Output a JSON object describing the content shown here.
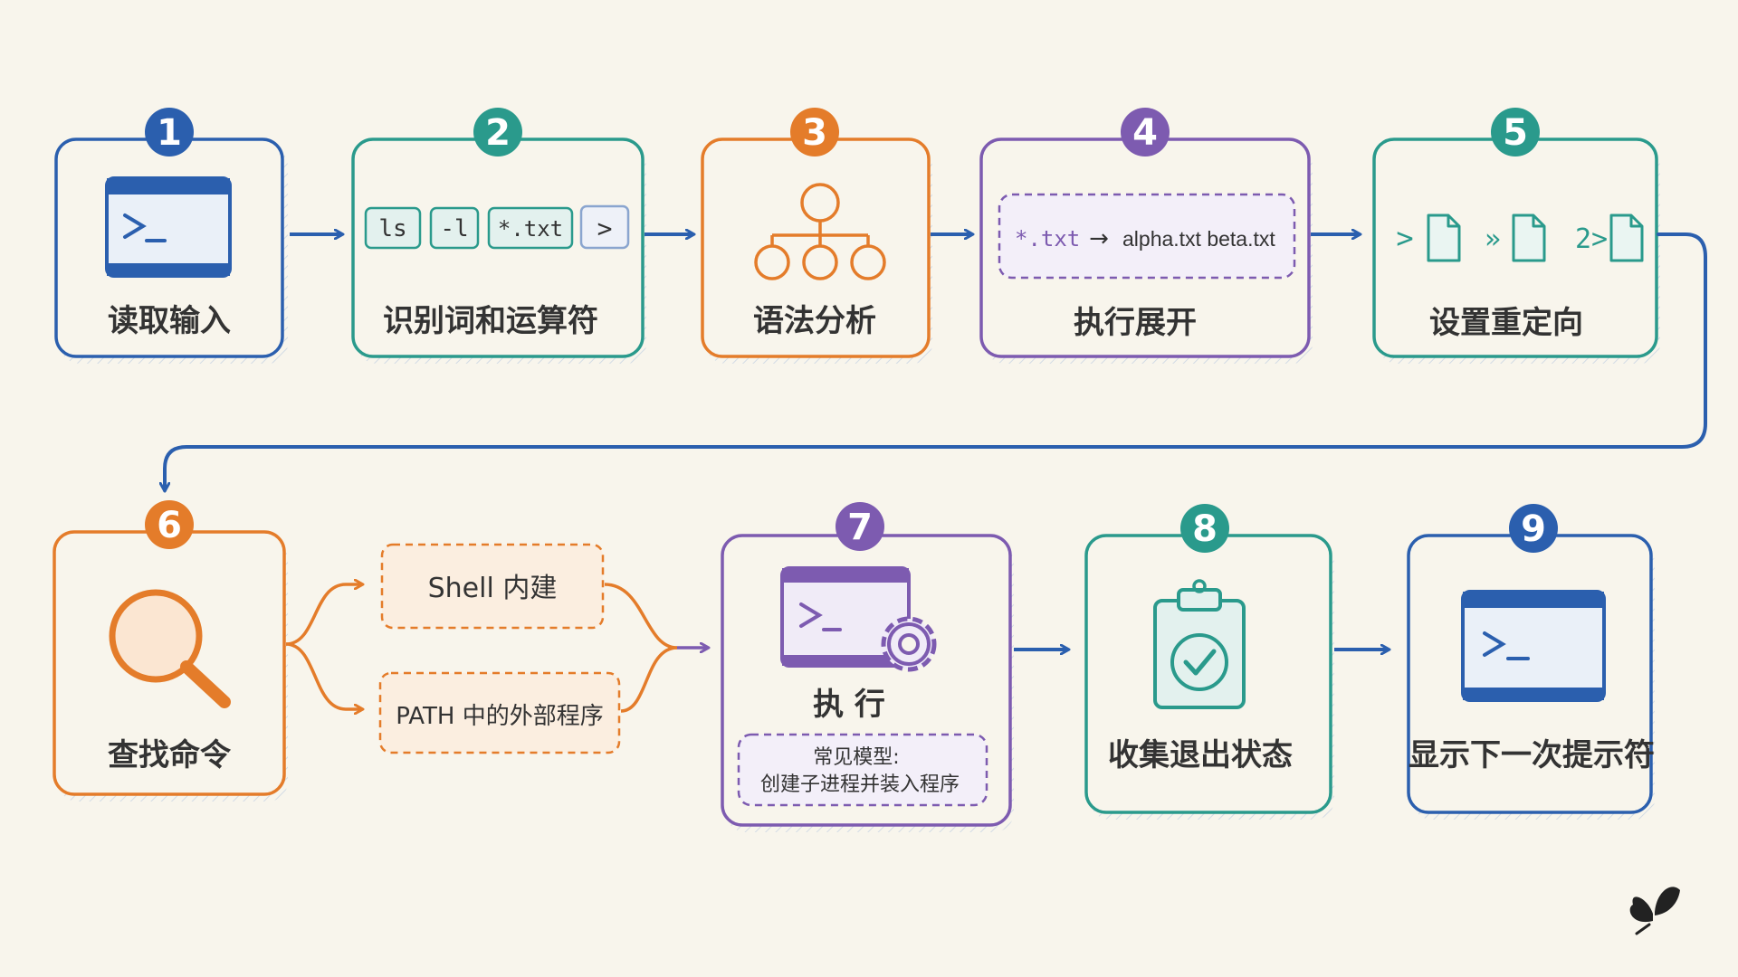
{
  "colors": {
    "background": "#f8f5ec",
    "blue": "#2b5fae",
    "teal": "#2a9a8c",
    "orange": "#e47c2a",
    "purple": "#7d5bb0",
    "connector": "#2b5fae"
  },
  "steps": [
    {
      "number": "1",
      "label": "读取输入",
      "icon": "terminal-window-icon",
      "color": "#2b5fae"
    },
    {
      "number": "2",
      "label": "识别词和运算符",
      "icon": "token-chips",
      "color": "#2a9a8c"
    },
    {
      "number": "3",
      "label": "语法分析",
      "icon": "syntax-tree-icon",
      "color": "#e47c2a"
    },
    {
      "number": "4",
      "label": "执行展开",
      "icon": "expansion-box",
      "color": "#7d5bb0"
    },
    {
      "number": "5",
      "label": "设置重定向",
      "icon": "redirect-file-icons",
      "color": "#2a9a8c"
    },
    {
      "number": "6",
      "label": "查找命令",
      "icon": "magnifier-icon",
      "color": "#e47c2a"
    },
    {
      "number": "7",
      "label": "执 行",
      "icon": "terminal-gear-icon",
      "color": "#7d5bb0"
    },
    {
      "number": "8",
      "label": "收集退出状态",
      "icon": "clipboard-check-icon",
      "color": "#2a9a8c"
    },
    {
      "number": "9",
      "label": "显示下一次提示符",
      "icon": "terminal-window-icon",
      "color": "#2b5fae"
    }
  ],
  "tokens": [
    "ls",
    "-l",
    "*.txt",
    ">"
  ],
  "expansion": {
    "pattern": "*.txt",
    "arrow": "→",
    "result": "alpha.txt beta.txt"
  },
  "redirects": [
    ">",
    "»",
    "2>"
  ],
  "lookup_options": [
    "Shell 内建",
    "PATH 中的外部程序"
  ],
  "execute_note": {
    "line1": "常见模型:",
    "line2": "创建子进程并装入程序"
  }
}
